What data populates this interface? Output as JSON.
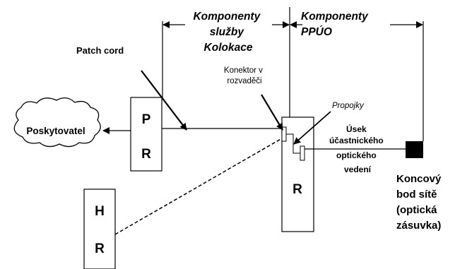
{
  "diagram": {
    "title_left": [
      "Komponenty",
      "služby",
      "Kolokace"
    ],
    "title_right": [
      "Komponenty",
      "PPÚO"
    ],
    "patch_cord": "Patch cord",
    "provider": "Poskytovatel",
    "pr_box": [
      "P",
      "R"
    ],
    "hr_box": [
      "H",
      "R"
    ],
    "r_box": "R",
    "connector_label": [
      "Konektor v",
      "rozvaděči"
    ],
    "jumpers_label": "Propojky",
    "segment_label": [
      "Úsek",
      "účastnického",
      "optického",
      "vedení"
    ],
    "endpoint_label": [
      "Koncový",
      "bod sítě",
      "(optická",
      "zásuvka)"
    ]
  }
}
